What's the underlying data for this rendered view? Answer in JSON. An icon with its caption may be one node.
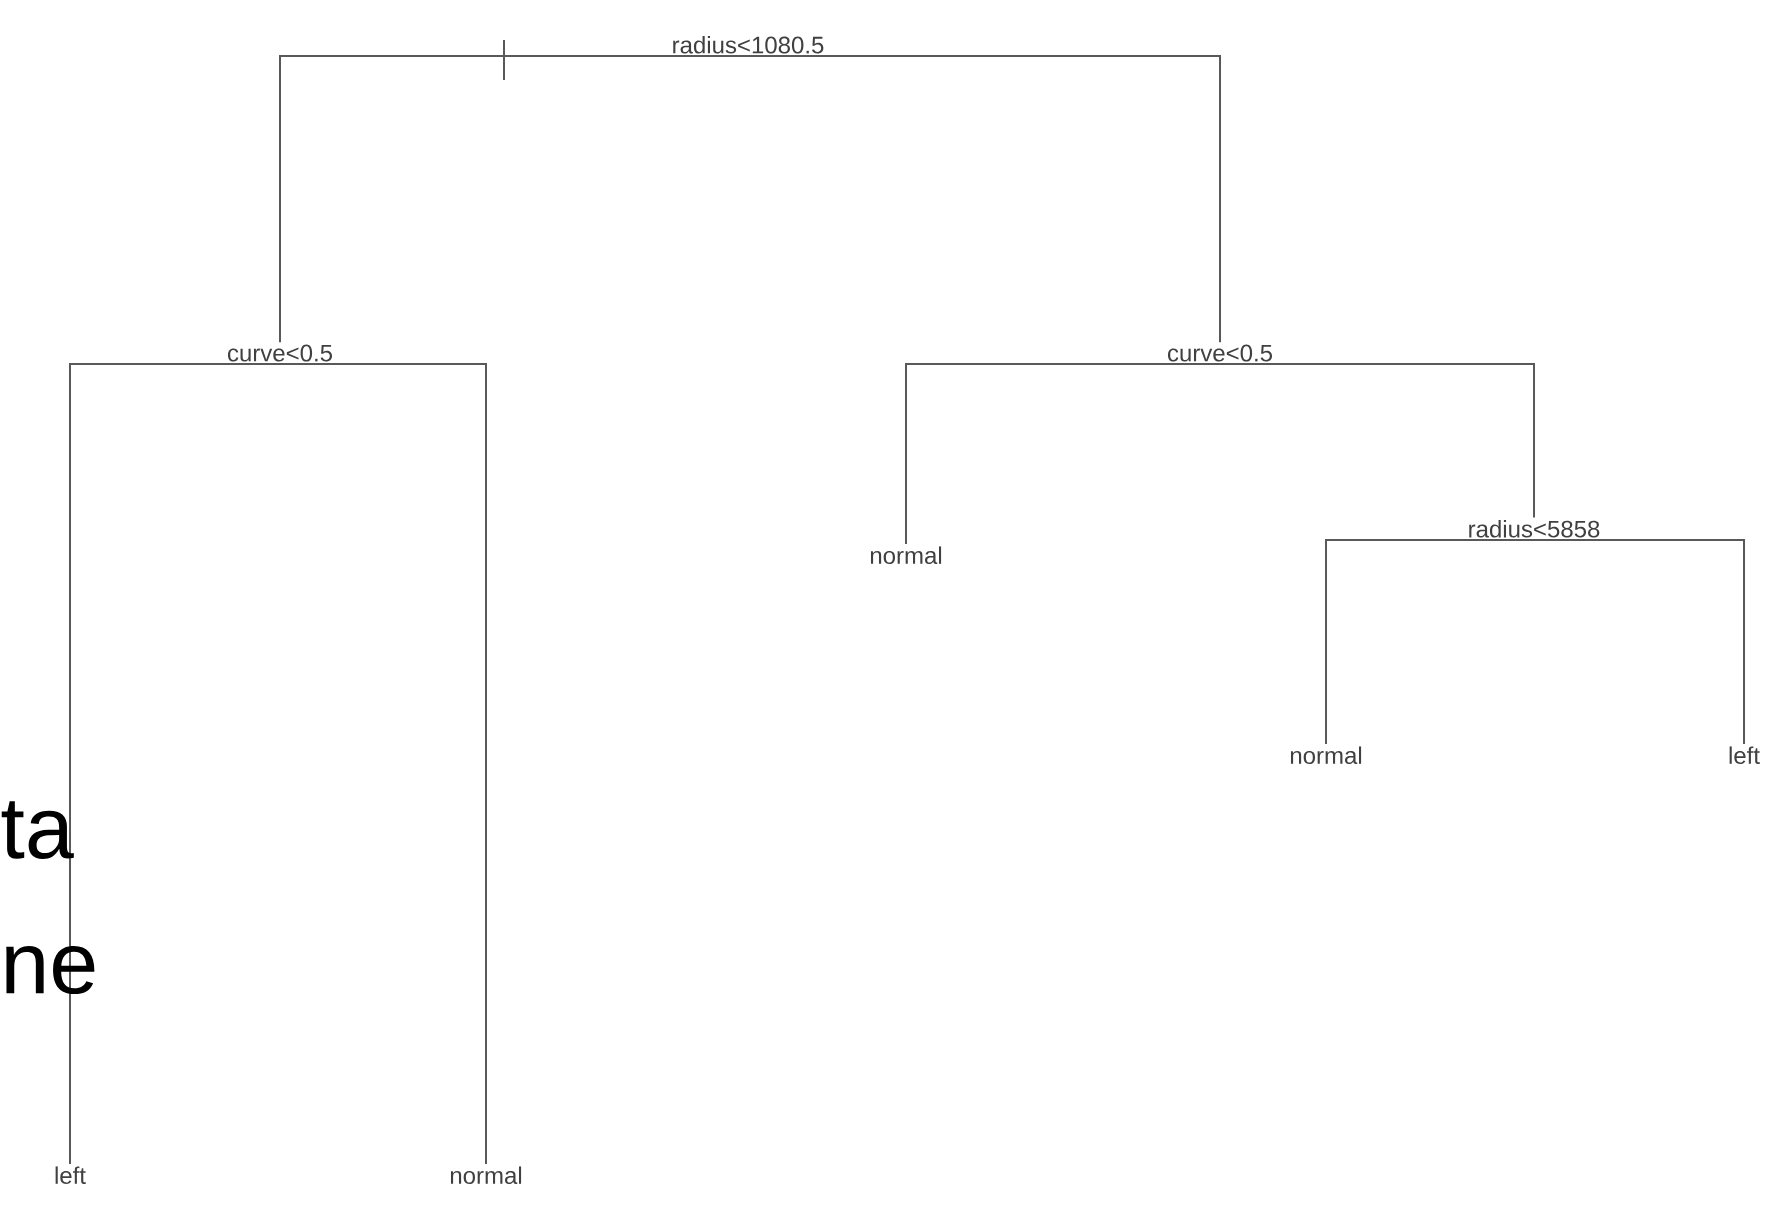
{
  "diagram": {
    "nodes": [
      {
        "text": [
          "radius<1080.5"
        ]
      },
      {
        "text": [
          "curve<0.5"
        ]
      },
      {
        "text": [
          "left"
        ]
      },
      {
        "text": [
          "normal"
        ]
      },
      {
        "text": [
          "curve<0.5"
        ]
      },
      {
        "text": [
          "normal"
        ]
      },
      {
        "text": [
          "radius<5858"
        ]
      },
      {
        "text": [
          "normal"
        ]
      },
      {
        "text": [
          "left"
        ]
      }
    ],
    "edges": [
      {
        "from": 0,
        "to": 1,
        "arrow": "none"
      },
      {
        "from": 0,
        "to": 4,
        "arrow": "none"
      },
      {
        "from": 1,
        "to": 2,
        "arrow": "none"
      },
      {
        "from": 1,
        "to": 3,
        "arrow": "none"
      },
      {
        "from": 4,
        "to": 5,
        "arrow": "none"
      },
      {
        "from": 4,
        "to": 6,
        "arrow": "none"
      },
      {
        "from": 6,
        "to": 7,
        "arrow": "none"
      },
      {
        "from": 6,
        "to": 8,
        "arrow": "none"
      }
    ],
    "labels": [
      "ta",
      "ne"
    ]
  }
}
